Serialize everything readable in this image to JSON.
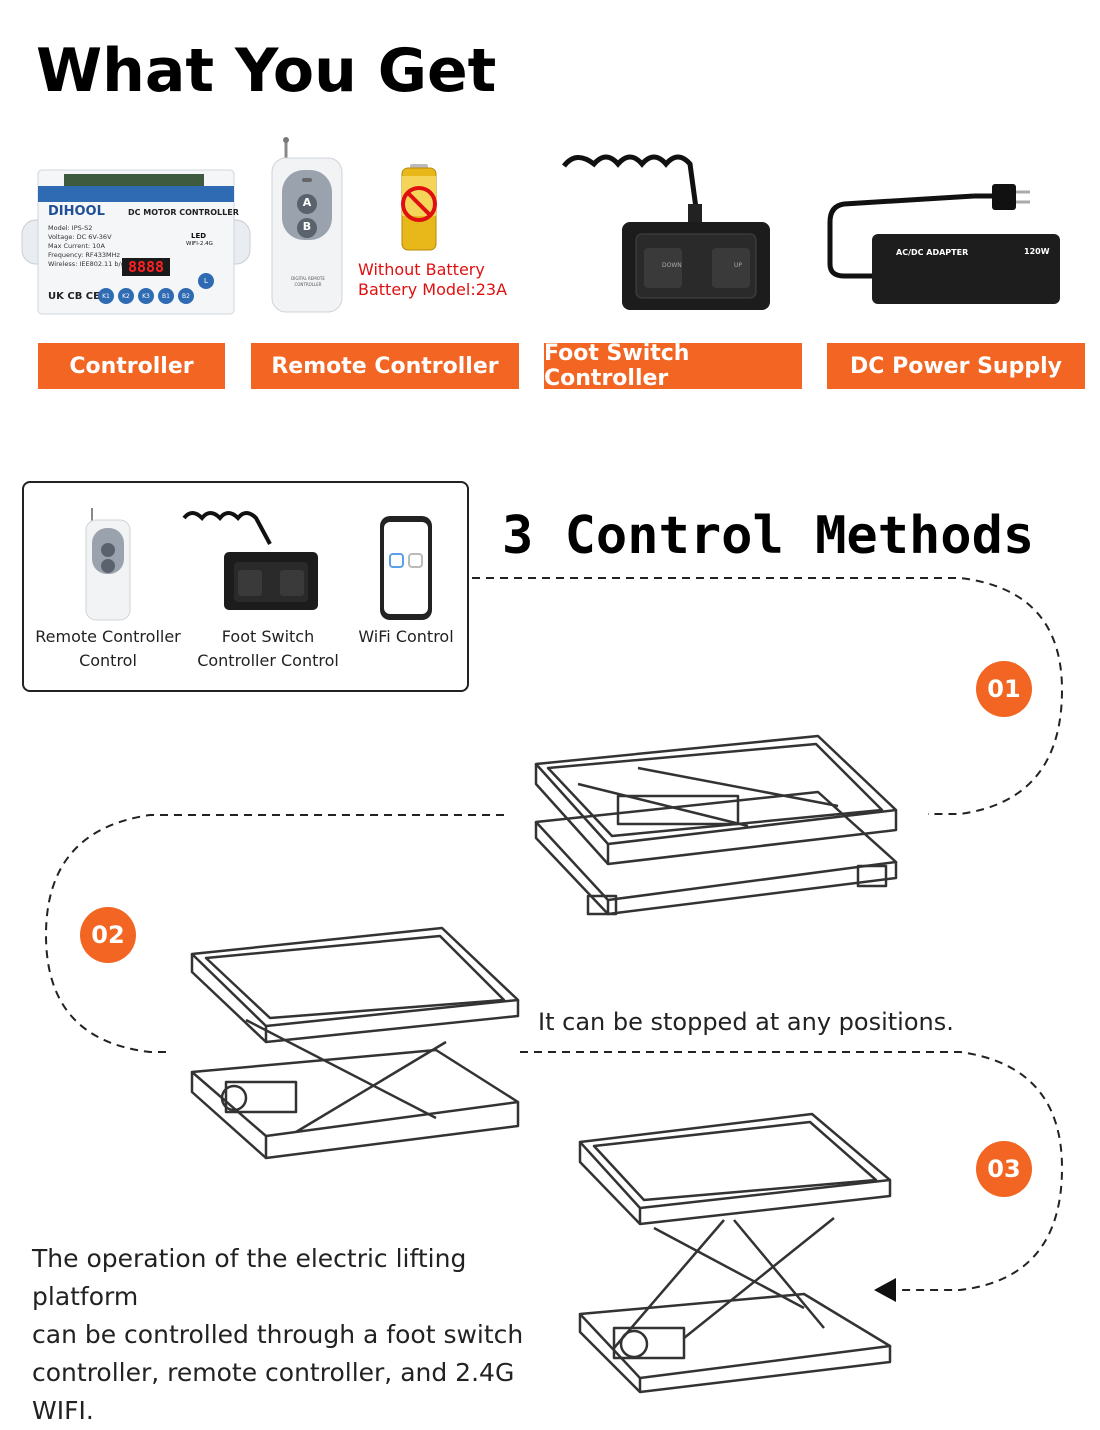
{
  "header": {
    "title": "What You Get"
  },
  "products": {
    "controller": {
      "label": "Controller",
      "brand": "DIHOOL",
      "name": "DC MOTOR CONTROLLER",
      "specs": [
        "Model: IPS-S2",
        "Voltage: DC 6V-36V",
        "Max Current: 10A",
        "Frequency: RF433MHz",
        "Wireless: IEE802.11 b/g/n"
      ],
      "display": "8888",
      "led_label": "LED",
      "wifi_label": "WIFI-2.4G",
      "certs": "UK CB CE",
      "buttons": [
        "K1",
        "K2",
        "K3",
        "B1",
        "B2"
      ],
      "side_button": "L"
    },
    "remote": {
      "label": "Remote Controller",
      "btn_a": "A",
      "btn_b": "B",
      "brand_text": "DIGITAL REMOTE CONTROLLER",
      "battery_note_1": "Without Battery",
      "battery_note_2": "Battery Model:23A"
    },
    "foot_switch": {
      "label": "Foot Switch Controller",
      "down": "DOWN",
      "up": "UP"
    },
    "power_supply": {
      "label": "DC Power Supply",
      "line1": "AC/DC ADAPTER",
      "line2": "120W"
    }
  },
  "methods": {
    "title": "3 Control Methods",
    "items": [
      {
        "label_1": "Remote Controller",
        "label_2": "Control"
      },
      {
        "label_1": "Foot Switch",
        "label_2": "Controller Control"
      },
      {
        "label_1": "WiFi Control",
        "label_2": ""
      }
    ]
  },
  "steps": {
    "s1": "01",
    "s2": "02",
    "s3": "03"
  },
  "captions": {
    "stop": "It can be stopped at any positions.",
    "desc_1": "The operation of the electric lifting platform",
    "desc_2": "can be controlled through a foot switch",
    "desc_3": "controller, remote controller, and 2.4G WIFI."
  }
}
